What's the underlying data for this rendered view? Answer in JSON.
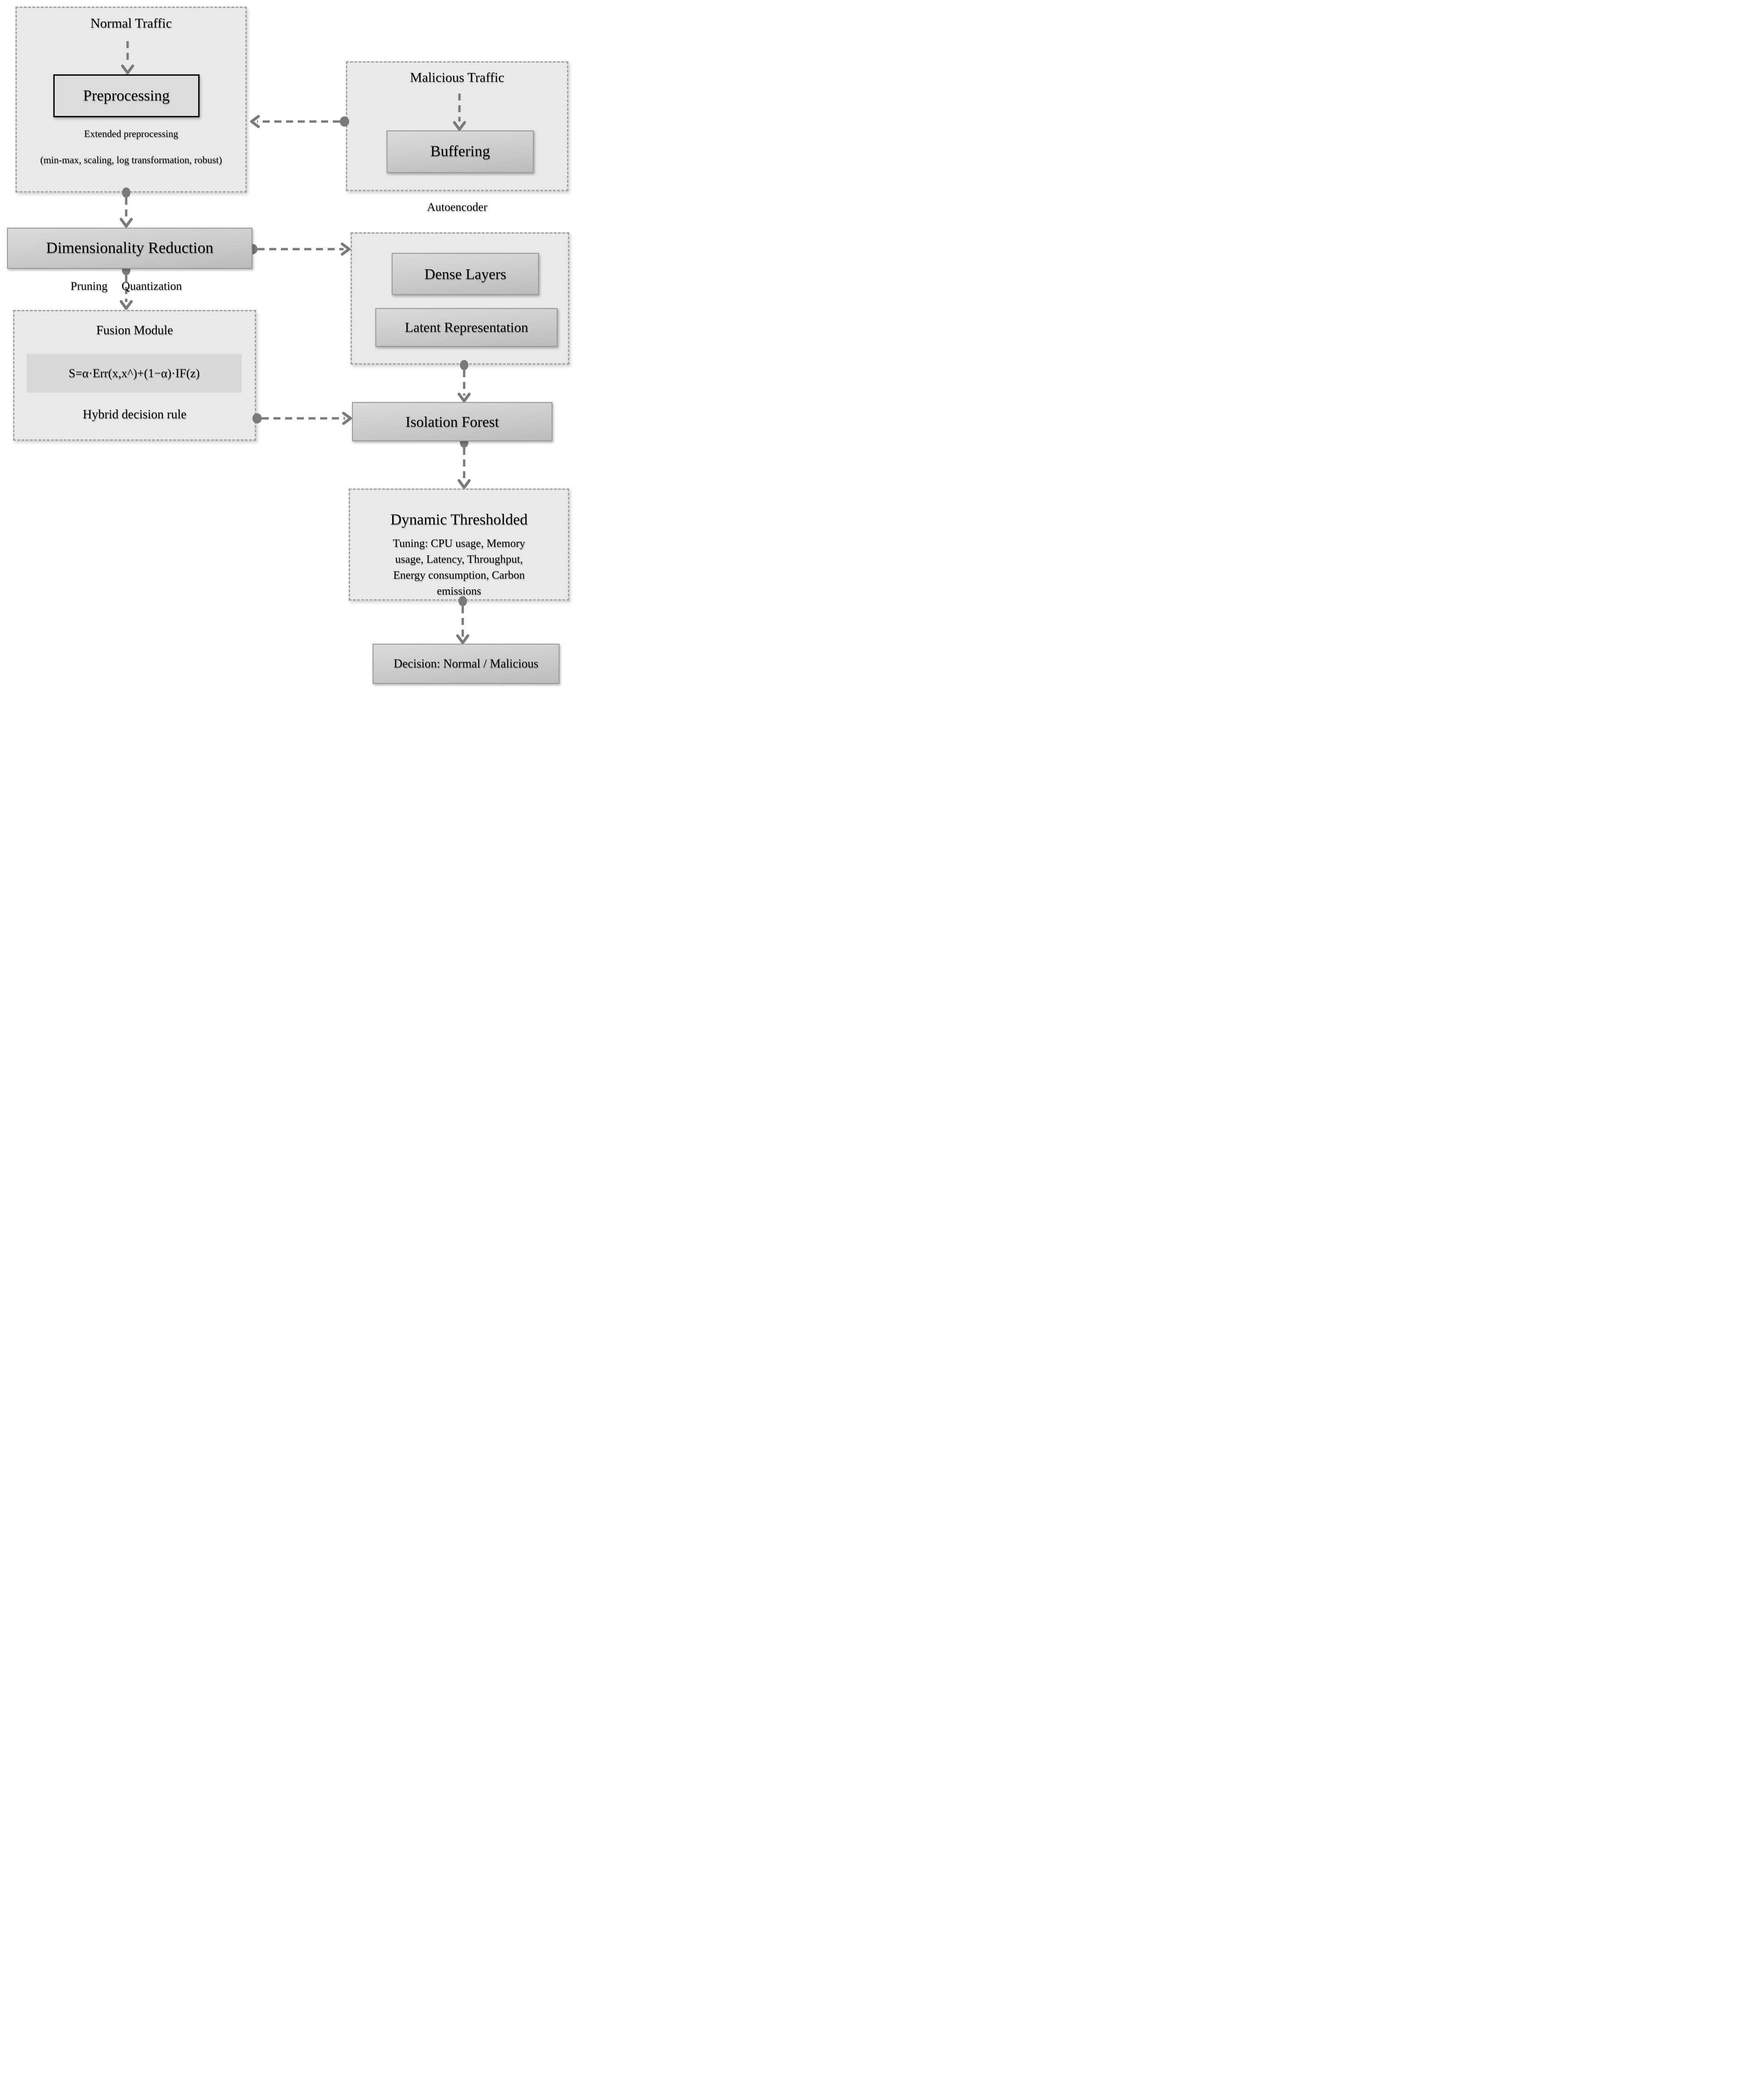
{
  "diagram": {
    "left": {
      "normal_traffic": "Normal Traffic",
      "preprocessing": "Preprocessing",
      "extended_line1": "Extended preprocessing",
      "extended_line2": "(min-max, scaling, log transformation, robust)",
      "dimensionality_reduction": "Dimensionality Reduction",
      "pruning": "Pruning",
      "quantization": "Quantization",
      "fusion_title": "Fusion Module",
      "fusion_formula": "S=α·Err(x,x^)+(1−α)·IF(z)",
      "fusion_subtitle": "Hybrid decision rule"
    },
    "right": {
      "malicious_traffic": "Malicious Traffic",
      "buffering": "Buffering",
      "autoencoder": "Autoencoder",
      "dense_layers": "Dense Layers",
      "latent_representation": "Latent Representation",
      "isolation_forest": "Isolation Forest",
      "dynamic_title": "Dynamic Thresholded",
      "dynamic_lines": [
        "Tuning: CPU usage, Memory",
        "usage, Latency, Throughput,",
        "Energy consumption, Carbon",
        "emissions"
      ],
      "decision": "Decision: Normal / Malicious"
    },
    "colors": {
      "panel_fill": "#e9e9e9",
      "dashed_border": "#a5a5a5",
      "node_gradient_top": "#dbdbdb",
      "node_gradient_bottom": "#bcbcbc",
      "preprocessing_fill": "#dcdcdc",
      "formula_band_fill": "#d9d9d9",
      "arrow": "#7a7a7a",
      "text": "#000000"
    }
  }
}
